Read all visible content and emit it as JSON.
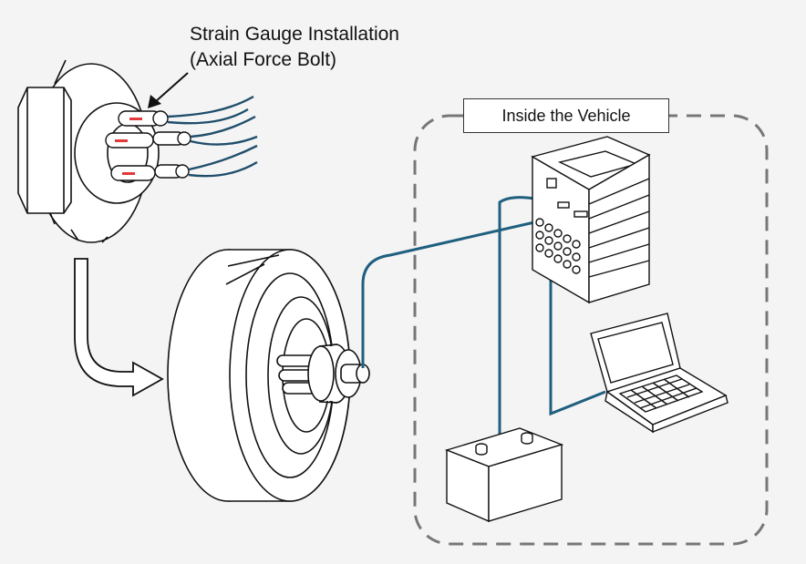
{
  "caption": {
    "line1": "Strain Gauge Installation",
    "line2": "(Axial Force Bolt)"
  },
  "zone": {
    "label": "Inside the Vehicle"
  },
  "colors": {
    "background": "#f4f4f4",
    "cable": "#1f5f7f",
    "strain_gauge": "#e23a3a",
    "outline": "#111111",
    "dashed_border": "#777777"
  },
  "icons": [
    "hub-flange-icon",
    "axial-bolt-icon",
    "strain-gauge-icon",
    "down-right-arrow-icon",
    "tire-icon",
    "data-logger-icon",
    "laptop-icon",
    "battery-icon"
  ]
}
